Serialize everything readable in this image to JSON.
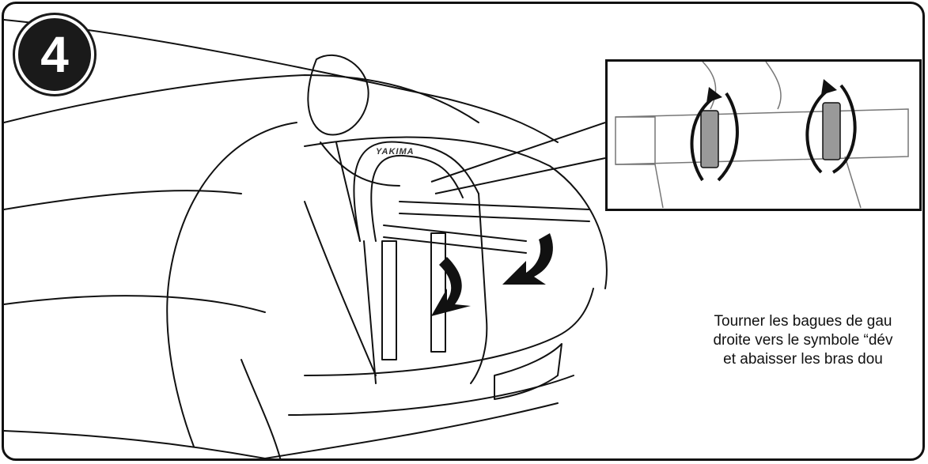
{
  "step": {
    "number": "4"
  },
  "brand_label": "YAKIMA",
  "instruction": {
    "line1": "Tourner les bagues de gau",
    "line2": "droite vers le symbole “dév",
    "line3": "et abaisser les bras dou"
  },
  "colors": {
    "ink": "#111111",
    "background": "#ffffff",
    "gray": "#8a8a8a"
  }
}
